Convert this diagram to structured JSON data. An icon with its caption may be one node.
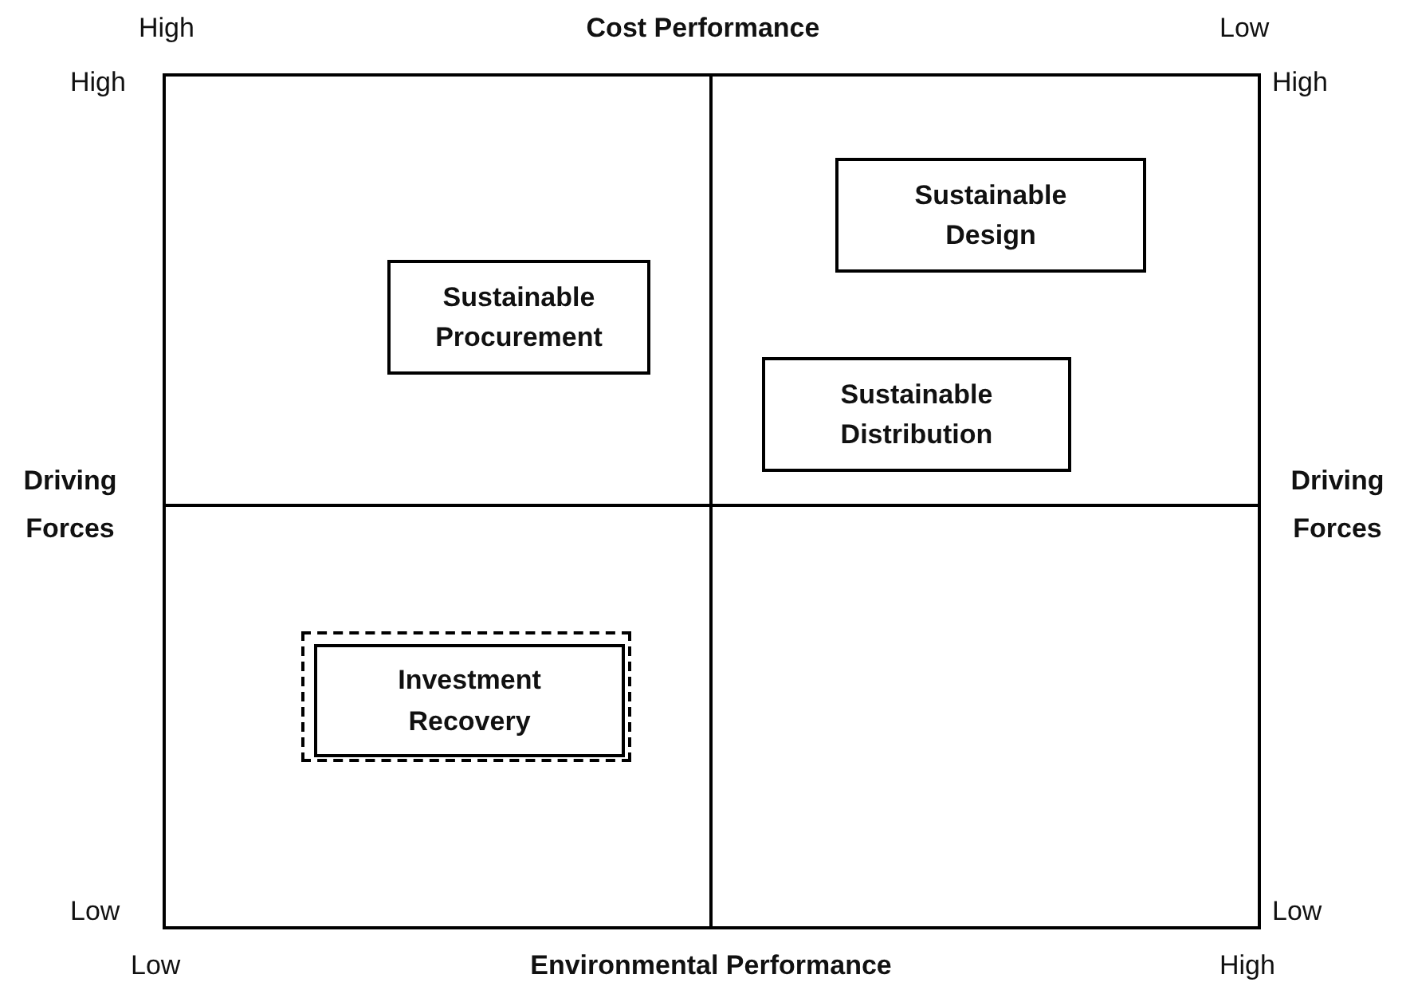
{
  "diagram": {
    "nodes": [
      {
        "text": [],
        "shape": "box"
      },
      {
        "text": [],
        "shape": "box"
      },
      {
        "text": [],
        "shape": "box"
      },
      {
        "text": [],
        "shape": "box"
      },
      {
        "text": [
          "Sustainable Design"
        ],
        "in": 1
      },
      {
        "text": [
          "Sustainable Procurement"
        ],
        "in": 0
      },
      {
        "text": [
          "Sustainable Distribution"
        ],
        "in": 1
      },
      {
        "text": [],
        "shape": "box",
        "in": 2
      },
      {
        "text": [
          "Investment Recovery"
        ],
        "in": 7
      }
    ],
    "labels": [
      "High",
      "Cost Performance",
      "Low",
      "High",
      "High",
      "Driving Forces",
      "Driving Forces",
      "Low",
      "Low",
      "Low",
      "Environmental Performance",
      "High"
    ]
  }
}
